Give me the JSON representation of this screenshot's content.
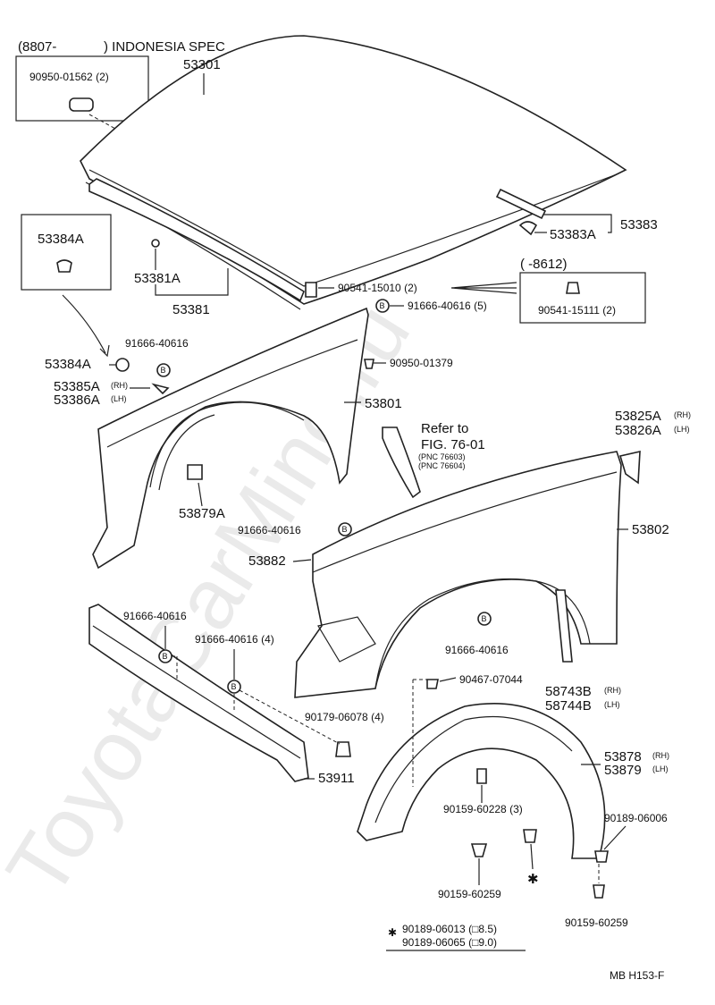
{
  "spec_box": {
    "date": "(8807-",
    "spec": ") INDONESIA SPEC",
    "part": "90950-01562 (2)"
  },
  "hood": {
    "part": "53301"
  },
  "seal": {
    "part_a": "53381A",
    "part": "53381"
  },
  "stay": {
    "part": "53383",
    "part_a": "53383A"
  },
  "bumper_box": {
    "part": "53384A"
  },
  "cushion": {
    "part": "90541-15010 (2)"
  },
  "cushion_box": {
    "date": "(      -8612)",
    "part": "90541-15111 (2)"
  },
  "clips": {
    "c1": "91666-40616 (5)",
    "c2": "91666-40616",
    "c3": "90950-01379",
    "c4": "91666-40616",
    "c5": "91666-40616",
    "c6": "91666-40616 (4)",
    "c7": "91666-40616",
    "b_marker": "B"
  },
  "fender_lh": {
    "part": "53801",
    "bumper": "53384A",
    "protector_rh": "53385A",
    "protector_lh": "53386A",
    "rh": "(RH)",
    "lh": "(LH)",
    "liner": "53879A"
  },
  "refer": {
    "text1": "Refer to",
    "text2": "FIG. 76-01",
    "pnc1": "(PNC 76603)",
    "pnc2": "(PNC 76604)"
  },
  "fender_rh": {
    "part": "53802",
    "moulding": "53882",
    "bracket_rh": "53825A",
    "bracket_lh": "53826A",
    "rh": "(RH)",
    "lh": "(LH)"
  },
  "mudguard": {
    "rh": "58743B",
    "lh": "58744B",
    "rh_tag": "(RH)",
    "lh_tag": "(LH)"
  },
  "apron": {
    "part": "53911",
    "clip": "90179-06078 (4)"
  },
  "liner": {
    "rh": "53878",
    "lh": "53879",
    "rh_tag": "(RH)",
    "lh_tag": "(LH)",
    "screw": "90467-07044",
    "s1": "90159-60228 (3)",
    "s2": "90189-06006",
    "s3": "90159-60259",
    "s4": "90159-60259"
  },
  "notes": {
    "star": "✱",
    "n1": "90189-06013 (□8.5)",
    "n2": "90189-06065 (□9.0)"
  },
  "footer": {
    "code": "MB  H153-F"
  },
  "watermark": "ToyotaCarMine.ru"
}
